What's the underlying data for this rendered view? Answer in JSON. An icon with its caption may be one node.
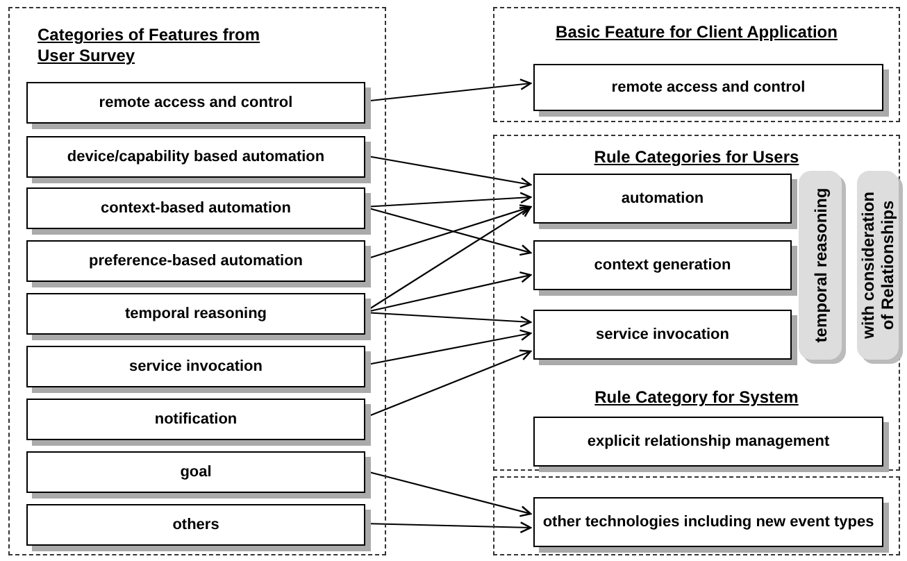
{
  "diagram": {
    "nodes": [
      {
        "text": [
          "Categories of Features from User Survey"
        ]
      },
      {
        "text": [
          "remote access and control"
        ],
        "in": 0
      },
      {
        "text": [
          "device/capability based automation"
        ],
        "in": 0
      },
      {
        "text": [
          "context-based automation"
        ],
        "in": 0
      },
      {
        "text": [
          "preference-based automation"
        ],
        "in": 0
      },
      {
        "text": [
          "temporal reasoning"
        ],
        "in": 0
      },
      {
        "text": [
          "service invocation"
        ],
        "in": 0
      },
      {
        "text": [
          "notification"
        ],
        "in": 0
      },
      {
        "text": [
          "goal"
        ],
        "in": 0
      },
      {
        "text": [
          "others"
        ],
        "in": 0
      },
      {
        "text": [
          "Basic Feature for Client Application"
        ]
      },
      {
        "text": [
          "remote access and control"
        ],
        "in": 10
      },
      {
        "text": [
          "Rule Categories for Users",
          "Rule Category for System"
        ]
      },
      {
        "text": [
          "automation"
        ],
        "in": 12
      },
      {
        "text": [
          "context generation"
        ],
        "in": 12
      },
      {
        "text": [
          "service invocation"
        ],
        "in": 12
      },
      {
        "text": [
          "temporal reasoning"
        ],
        "in": 12
      },
      {
        "text": [
          "with consideration of Relationships"
        ],
        "in": 12
      },
      {
        "text": [
          "explicit relationship management"
        ],
        "in": 12
      },
      {
        "text": [],
        "shape": "box"
      },
      {
        "text": [
          "other technologies including new event types"
        ],
        "in": 19
      }
    ],
    "edges": [
      {
        "from": 1,
        "to": 11,
        "arrow": "to"
      },
      {
        "from": 2,
        "to": 13,
        "arrow": "to"
      },
      {
        "from": 3,
        "to": 13,
        "arrow": "to"
      },
      {
        "from": 3,
        "to": 14,
        "arrow": "to"
      },
      {
        "from": 4,
        "to": 13,
        "arrow": "to"
      },
      {
        "from": 5,
        "to": 13,
        "arrow": "to"
      },
      {
        "from": 5,
        "to": 14,
        "arrow": "to"
      },
      {
        "from": 5,
        "to": 15,
        "arrow": "to"
      },
      {
        "from": 6,
        "to": 15,
        "arrow": "to"
      },
      {
        "from": 7,
        "to": 15,
        "arrow": "to"
      },
      {
        "from": 8,
        "to": 20,
        "arrow": "to"
      },
      {
        "from": 9,
        "to": 20,
        "arrow": "to"
      }
    ]
  }
}
